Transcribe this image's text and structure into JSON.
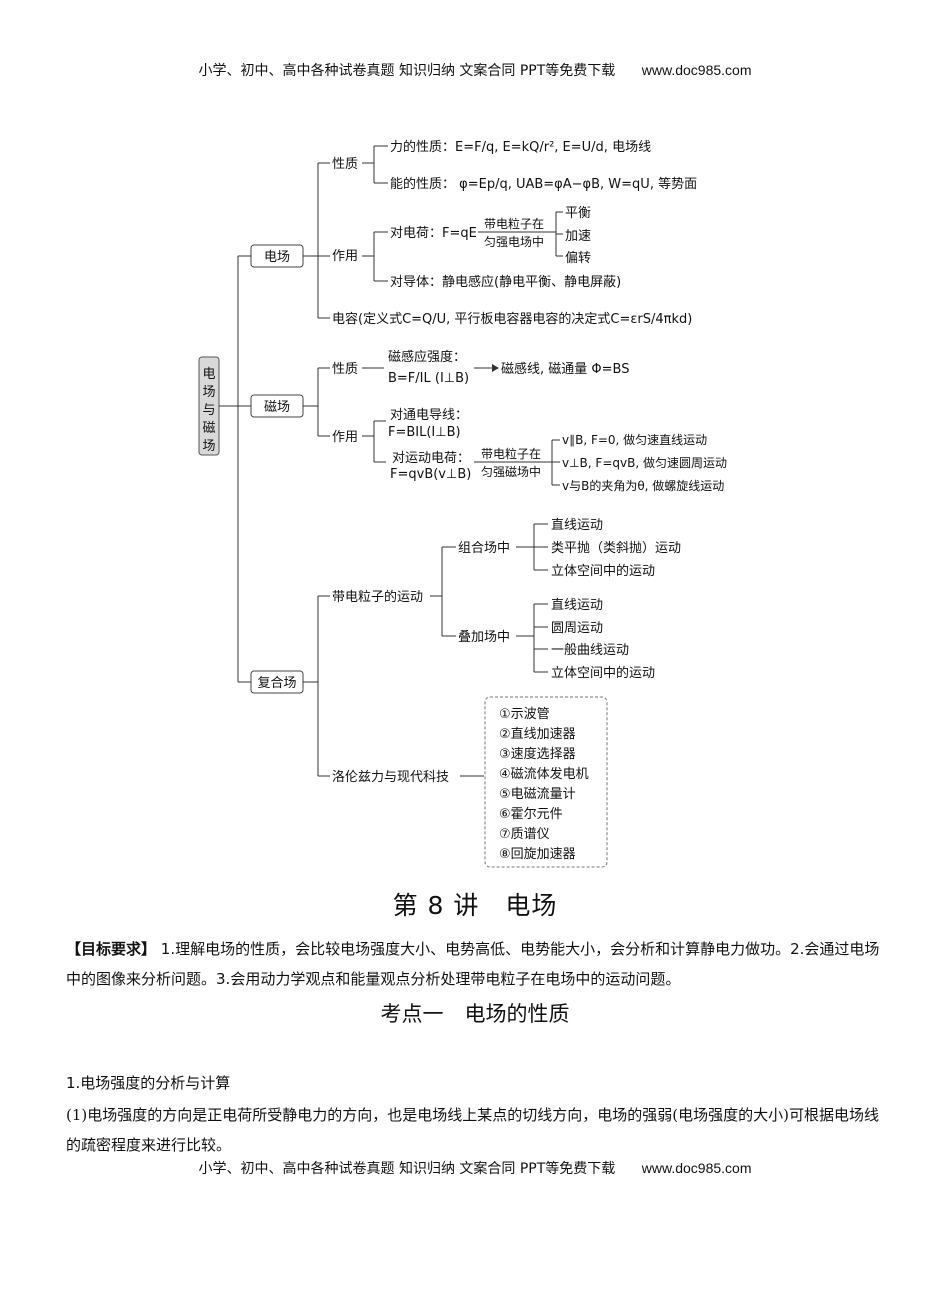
{
  "header": {
    "text": "小学、初中、高中各种试卷真题 知识归纳 文案合同 PPT等免费下载",
    "site": "www.doc985.com"
  },
  "footer": {
    "text": "小学、初中、高中各种试卷真题 知识归纳 文案合同 PPT等免费下载",
    "site": "www.doc985.com"
  },
  "mindmap": {
    "root": "电场与磁场",
    "electric": {
      "label": "电场",
      "property": {
        "label": "性质",
        "force": "力的性质：E=F/q, E=kQ/r², E=U/d, 电场线",
        "energy": "能的性质： φ=Ep/q, UAB=φA−φB, W=qU, 等势面"
      },
      "action": {
        "label": "作用",
        "charge": "对电荷：F=qE",
        "particle_top": "带电粒子在",
        "particle_bottom": "匀强电场中",
        "results": [
          "平衡",
          "加速",
          "偏转"
        ],
        "conductor": "对导体：静电感应(静电平衡、静电屏蔽)"
      },
      "capacitance": "电容(定义式C=Q/U, 平行板电容器电容的决定式C=εrS/4πkd)"
    },
    "magnetic": {
      "label": "磁场",
      "property": {
        "label": "性质",
        "induction_1": "磁感应强度：",
        "induction_2": "B=F/IL (I⊥B)",
        "lines": "磁感线, 磁通量 Φ=BS"
      },
      "action": {
        "label": "作用",
        "wire_1": "对通电导线：",
        "wire_2": "F=BIL(I⊥B)",
        "moving_1": "对运动电荷：",
        "moving_2": "F=qvB(v⊥B)",
        "particle_top": "带电粒子在",
        "particle_bottom": "匀强磁场中",
        "results": [
          "v∥B, F=0, 做匀速直线运动",
          "v⊥B, F=qvB, 做匀速圆周运动",
          "v与B的夹角为θ, 做螺旋线运动"
        ]
      }
    },
    "composite": {
      "label": "复合场",
      "motion": {
        "label": "带电粒子的运动",
        "combined": {
          "label": "组合场中",
          "items": [
            "直线运动",
            "类平抛（类斜抛）运动",
            "立体空间中的运动"
          ]
        },
        "superposed": {
          "label": "叠加场中",
          "items": [
            "直线运动",
            "圆周运动",
            "一般曲线运动",
            "立体空间中的运动"
          ]
        }
      },
      "lorentz": {
        "label": "洛伦兹力与现代科技",
        "items": [
          "①示波管",
          "②直线加速器",
          "③速度选择器",
          "④磁流体发电机",
          "⑤电磁流量计",
          "⑥霍尔元件",
          "⑦质谱仪",
          "⑧回旋加速器"
        ]
      }
    }
  },
  "lecture_title": "第 8 讲　电场",
  "goal": {
    "tag": "【目标要求】",
    "text": " 1.理解电场的性质，会比较电场强度大小、电势高低、电势能大小，会分析和计算静电力做功。2.会通过电场中的图像来分析问题。3.会用动力学观点和能量观点分析处理带电粒子在电场中的运动问题。"
  },
  "section_title": "考点一　电场的性质",
  "point1": "1.电场强度的分析与计算",
  "point1_1": "(1)电场强度的方向是正电荷所受静电力的方向，也是电场线上某点的切线方向，电场的强弱(电场强度的大小)可根据电场线的疏密程度来进行比较。"
}
